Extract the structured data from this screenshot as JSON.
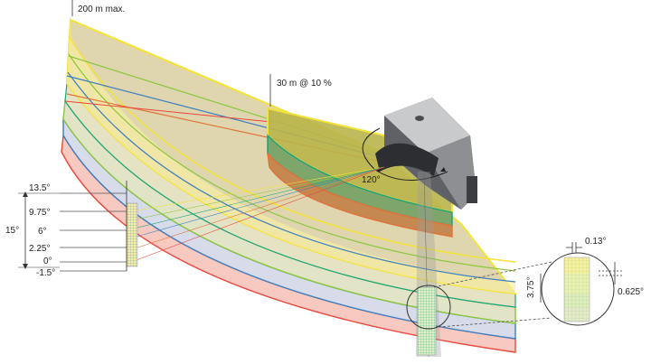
{
  "range_max_label": "200 m max.",
  "range_10pct_label": "30 m @ 10 %",
  "field_of_view_label": "120°",
  "vertical_fov_label": "15°",
  "layer_angle_labels": [
    "13.5°",
    "9.75°",
    "6°",
    "2.25°",
    "0°",
    "-1.5°"
  ],
  "horizontal_resolution_label": "0.13°",
  "layer_spacing_label": "0.625°",
  "detail_span_label": "3.75°",
  "colors": {
    "yellow": "#f2e23c",
    "green": "#8cc63f",
    "teal": "#1aa37a",
    "blue": "#3d7fc1",
    "orange": "#e0733a",
    "red": "#e8473c"
  }
}
